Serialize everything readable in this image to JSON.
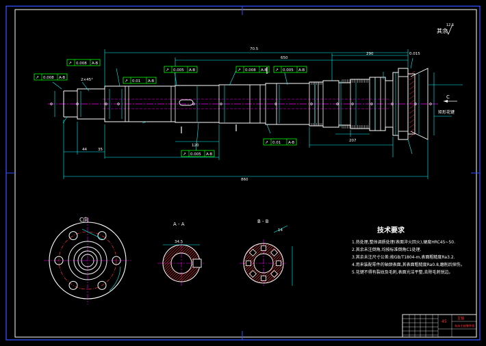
{
  "drawing": {
    "corner_mark": "其余",
    "corner_ra": "12.5"
  },
  "section_labels": {
    "c_view": "C向",
    "a_a": "A - A",
    "b_b": "B - B",
    "c_arrow": "C"
  },
  "dimensions": {
    "overall": "860",
    "upper_1": "70.5",
    "upper_2": "650",
    "upper_3": "290",
    "right_1": "0.015",
    "lower_1": "120",
    "lower_2": "207",
    "left_1": "44",
    "left_2": "35",
    "c_chamfer": "2×45°",
    "spline_note": "矩形花键",
    "aa_dim": "34.5",
    "bb_dim": "14"
  },
  "tolerance_frames": [
    {
      "sym": "↗",
      "val": "0.008",
      "ref": "A-B"
    },
    {
      "sym": "↗",
      "val": "0.008",
      "ref": "A-B"
    },
    {
      "sym": "↗",
      "val": "0.01",
      "ref": "A-B"
    },
    {
      "sym": "↗",
      "val": "0.005",
      "ref": "A-B"
    },
    {
      "sym": "↗",
      "val": "0.008",
      "ref": "A-B"
    },
    {
      "sym": "↗",
      "val": "0.005",
      "ref": "A-B"
    },
    {
      "sym": "↗",
      "val": "0.01",
      "ref": "A-B"
    },
    {
      "sym": "↗",
      "val": "0.005",
      "ref": "A-B"
    }
  ],
  "tech": {
    "title": "技术要求",
    "lines": [
      "1.热处理,整体调质处理(表面淬火回火),硬度HRC45~50.",
      "2.其余未注倒角,均按标准倒角C1处理.",
      "3.其余未注尺寸公差:按GB/T1804-m,表面粗糙度Ra3.2.",
      "4.用来装配零件的轴颈表面,其表面粗糙度Ra0.8,磨削后探伤。",
      "5.花键不得有裂纹及毛刺,表面光洁平整,去除毛刺锐边。"
    ]
  },
  "title_block": {
    "scale": "45",
    "part": "主轴",
    "subtitle": "车床主轴零件图"
  },
  "colors": {
    "white": "#ffffff",
    "cyan": "#00ffff",
    "green": "#00ff00",
    "magenta": "#ff00ff",
    "red": "#ff3030",
    "blue": "#3050ff",
    "yellow": "#ffff00"
  }
}
